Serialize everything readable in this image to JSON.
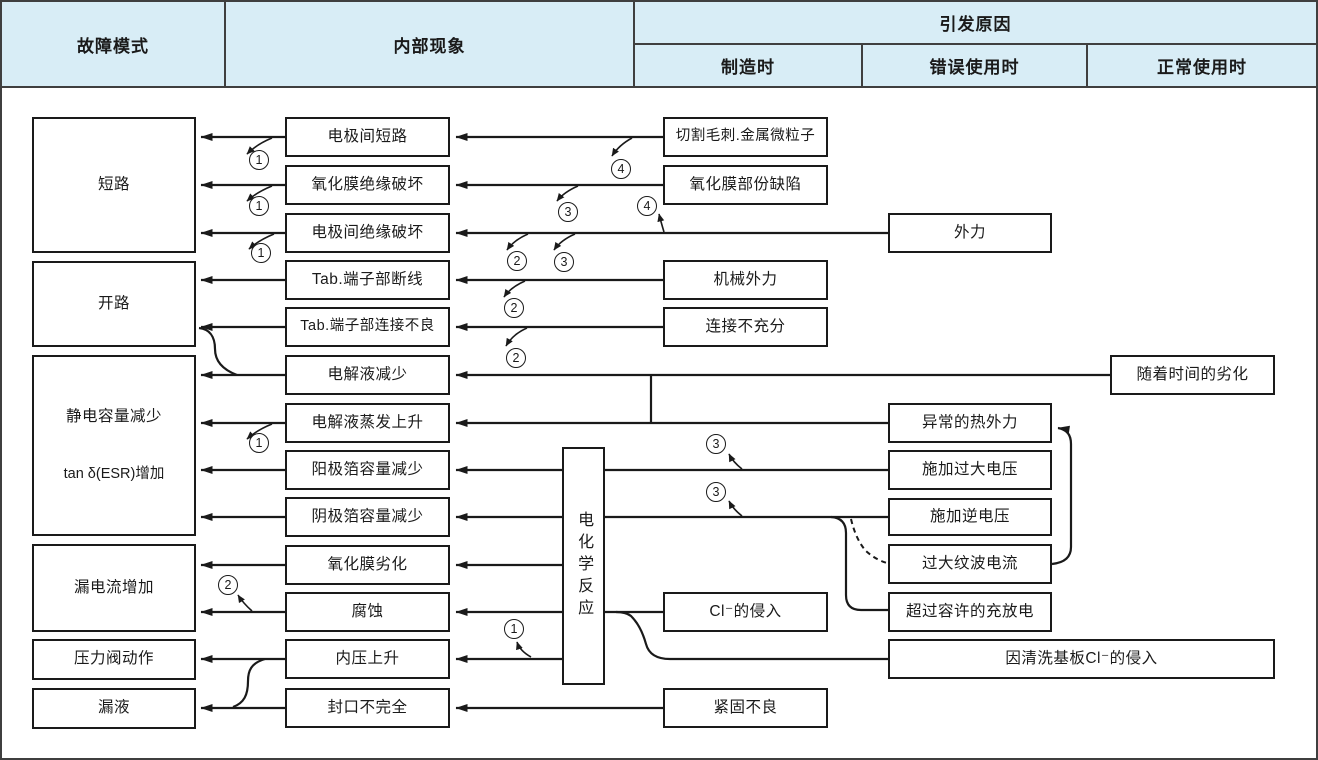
{
  "header": {
    "failure_mode": "故障模式",
    "internal_phenomenon": "内部现象",
    "cause": "引发原因",
    "sub_manufacturing": "制造时",
    "sub_misuse": "错误使用时",
    "sub_normal": "正常使用时"
  },
  "failure_modes": [
    {
      "label": "短路"
    },
    {
      "label": "开路"
    },
    {
      "label": "静电容量减少",
      "label2": "tan δ(ESR)增加"
    },
    {
      "label": "漏电流增加"
    },
    {
      "label": "压力阀动作"
    },
    {
      "label": "漏液"
    }
  ],
  "phenomena": [
    "电极间短路",
    "氧化膜绝缘破坏",
    "电极间绝缘破坏",
    "Tab.端子部断线",
    "Tab.端子部连接不良",
    "电解液减少",
    "电解液蒸发上升",
    "阳极箔容量减少",
    "阴极箔容量减少",
    "氧化膜劣化",
    "腐蚀",
    "内压上升",
    "封口不完全"
  ],
  "reaction_box": "电化学反应",
  "causes_manufacturing": [
    "切割毛刺.金属微粒子",
    "氧化膜部份缺陷",
    "机械外力",
    "连接不充分",
    "Cl⁻的侵入",
    "紧固不良"
  ],
  "causes_misuse": [
    "外力",
    "异常的热外力",
    "施加过大电压",
    "施加逆电压",
    "过大纹波电流",
    "超过容许的充放电",
    "因清洗基板Cl⁻的侵入"
  ],
  "causes_normal": [
    "随着时间的劣化"
  ],
  "marks": {
    "m1": "1",
    "m2": "2",
    "m3": "3",
    "m4": "4"
  },
  "colors": {
    "header_bg": "#d8edf6",
    "line": "#1a1a1a",
    "table_border": "#3f3f3f",
    "background": "#ffffff"
  }
}
